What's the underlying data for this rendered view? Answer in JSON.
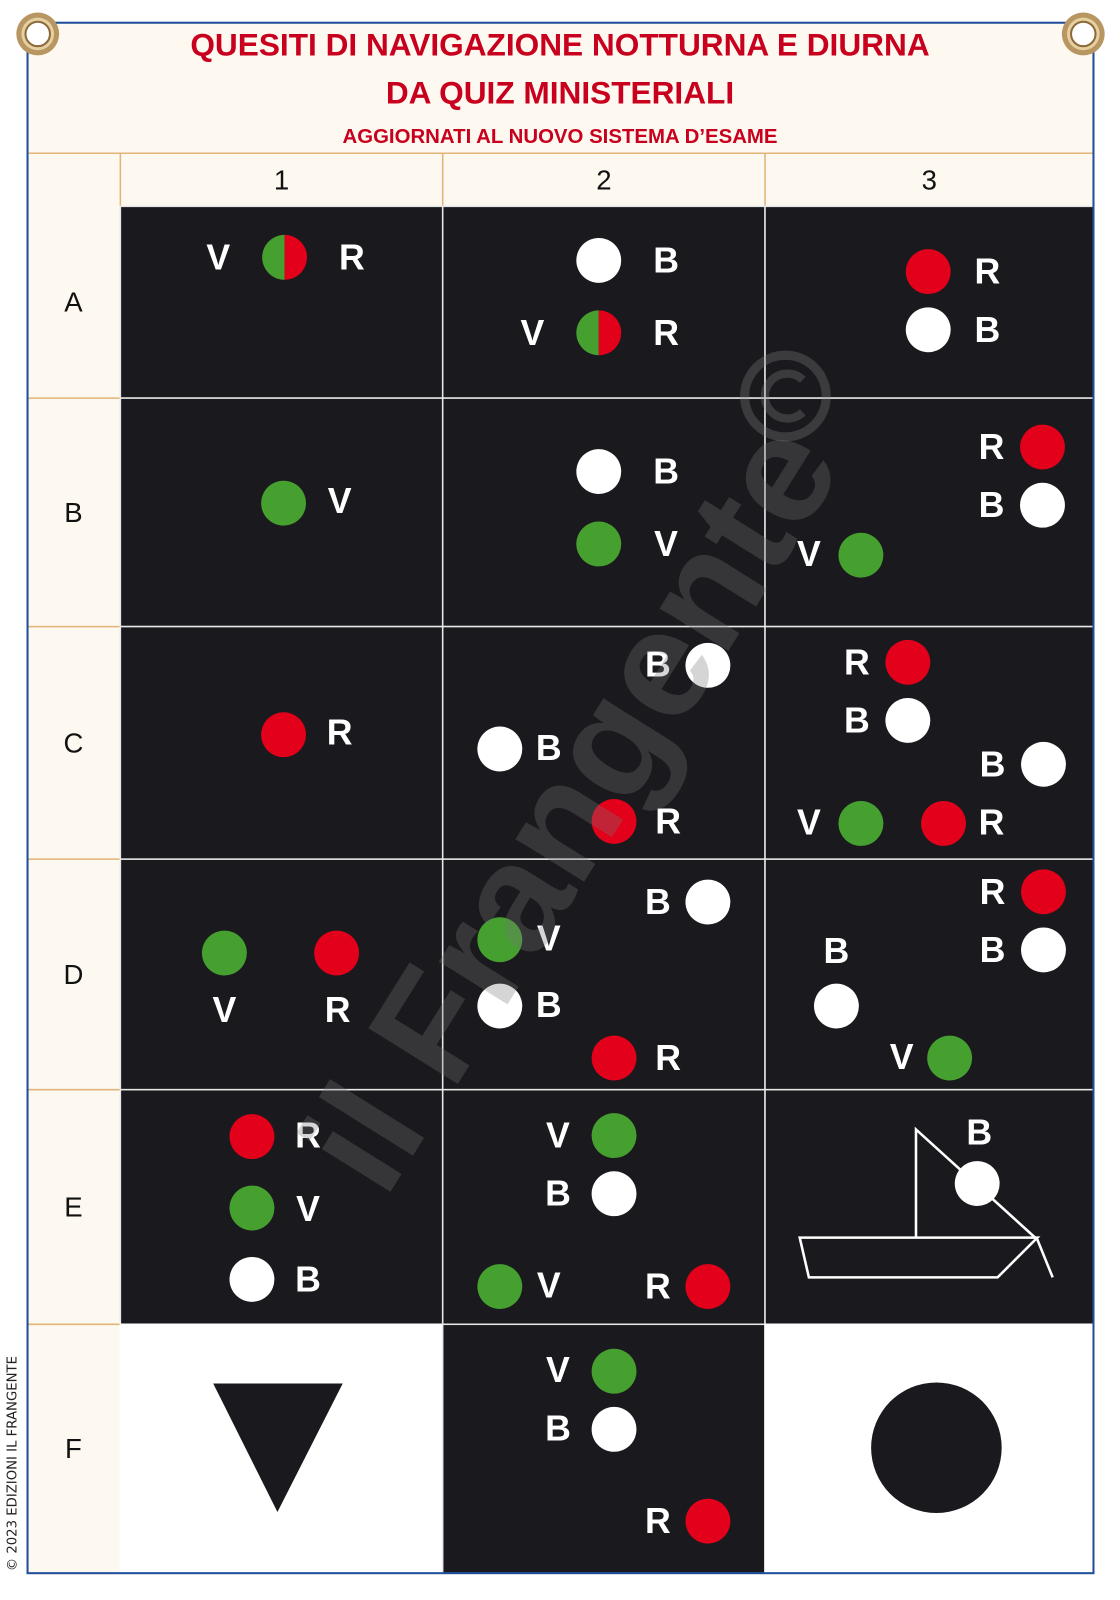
{
  "header": {
    "title_line1": "QUESITI DI NAVIGAZIONE NOTTURNA E DIURNA",
    "title_line2": "DA QUIZ MINISTERIALI",
    "subtitle": "AGGIORNATI AL NUOVO SISTEMA D’ESAME"
  },
  "columns": [
    "1",
    "2",
    "3"
  ],
  "rows": [
    "A",
    "B",
    "C",
    "D",
    "E",
    "F"
  ],
  "copyright": "© 2023 EDIZIONI IL FRANGENTE",
  "watermark": "il Frangente ©",
  "colors": {
    "red": "#e2001a",
    "green": "#46a030",
    "white": "#ffffff",
    "night_bg": "#1a1a1e",
    "header_bg": "#fdf9f1",
    "title": "#c8001e",
    "border": "#1f4e9c"
  },
  "cells": {
    "A1": {
      "marks": [
        {
          "label": "V"
        },
        {
          "light": "green-red"
        },
        {
          "label": "R"
        }
      ]
    },
    "A2": {
      "marks": [
        {
          "light": "white"
        },
        {
          "label": "B"
        },
        {
          "label": "V"
        },
        {
          "light": "green-red"
        },
        {
          "label": "R"
        }
      ]
    },
    "A3": {
      "marks": [
        {
          "light": "red"
        },
        {
          "label": "R"
        },
        {
          "light": "white"
        },
        {
          "label": "B"
        }
      ]
    },
    "B1": {
      "marks": [
        {
          "light": "green"
        },
        {
          "label": "V"
        }
      ]
    },
    "B2": {
      "marks": [
        {
          "light": "white"
        },
        {
          "label": "B"
        },
        {
          "light": "green"
        },
        {
          "label": "V"
        }
      ]
    },
    "B3": {
      "marks": [
        {
          "label": "R"
        },
        {
          "light": "red"
        },
        {
          "label": "B"
        },
        {
          "light": "white"
        },
        {
          "label": "V"
        },
        {
          "light": "green"
        }
      ]
    },
    "C1": {
      "marks": [
        {
          "light": "red"
        },
        {
          "label": "R"
        }
      ]
    },
    "C2": {
      "marks": [
        {
          "label": "B"
        },
        {
          "light": "white"
        },
        {
          "light": "white"
        },
        {
          "label": "B"
        },
        {
          "light": "red"
        },
        {
          "label": "R"
        }
      ]
    },
    "C3": {
      "marks": [
        {
          "label": "R"
        },
        {
          "light": "red"
        },
        {
          "label": "B"
        },
        {
          "light": "white"
        },
        {
          "label": "B"
        },
        {
          "light": "white"
        },
        {
          "label": "V"
        },
        {
          "light": "green"
        },
        {
          "light": "red"
        },
        {
          "label": "R"
        }
      ]
    },
    "D1": {
      "marks": [
        {
          "light": "green"
        },
        {
          "light": "red"
        },
        {
          "label": "V"
        },
        {
          "label": "R"
        }
      ]
    },
    "D2": {
      "marks": [
        {
          "label": "B"
        },
        {
          "light": "white"
        },
        {
          "light": "green"
        },
        {
          "label": "V"
        },
        {
          "light": "white"
        },
        {
          "label": "B"
        },
        {
          "light": "red"
        },
        {
          "label": "R"
        }
      ]
    },
    "D3": {
      "marks": [
        {
          "label": "R"
        },
        {
          "light": "red"
        },
        {
          "label": "B"
        },
        {
          "light": "white"
        },
        {
          "label": "B"
        },
        {
          "light": "white"
        },
        {
          "label": "V"
        },
        {
          "light": "green"
        }
      ]
    },
    "E1": {
      "marks": [
        {
          "light": "red"
        },
        {
          "label": "R"
        },
        {
          "light": "green"
        },
        {
          "label": "V"
        },
        {
          "light": "white"
        },
        {
          "label": "B"
        }
      ]
    },
    "E2": {
      "marks": [
        {
          "label": "V"
        },
        {
          "light": "green"
        },
        {
          "label": "B"
        },
        {
          "light": "white"
        },
        {
          "light": "green"
        },
        {
          "label": "V"
        },
        {
          "label": "R"
        },
        {
          "light": "red"
        }
      ]
    },
    "E3": {
      "shape": "sailboat",
      "marks": [
        {
          "label": "B"
        },
        {
          "light": "white"
        }
      ]
    },
    "F1": {
      "shape": "inverted-triangle",
      "marks": []
    },
    "F2": {
      "marks": [
        {
          "label": "V"
        },
        {
          "light": "green"
        },
        {
          "label": "B"
        },
        {
          "light": "white"
        },
        {
          "label": "R"
        },
        {
          "light": "red"
        }
      ]
    },
    "F3": {
      "shape": "ball",
      "marks": []
    }
  }
}
